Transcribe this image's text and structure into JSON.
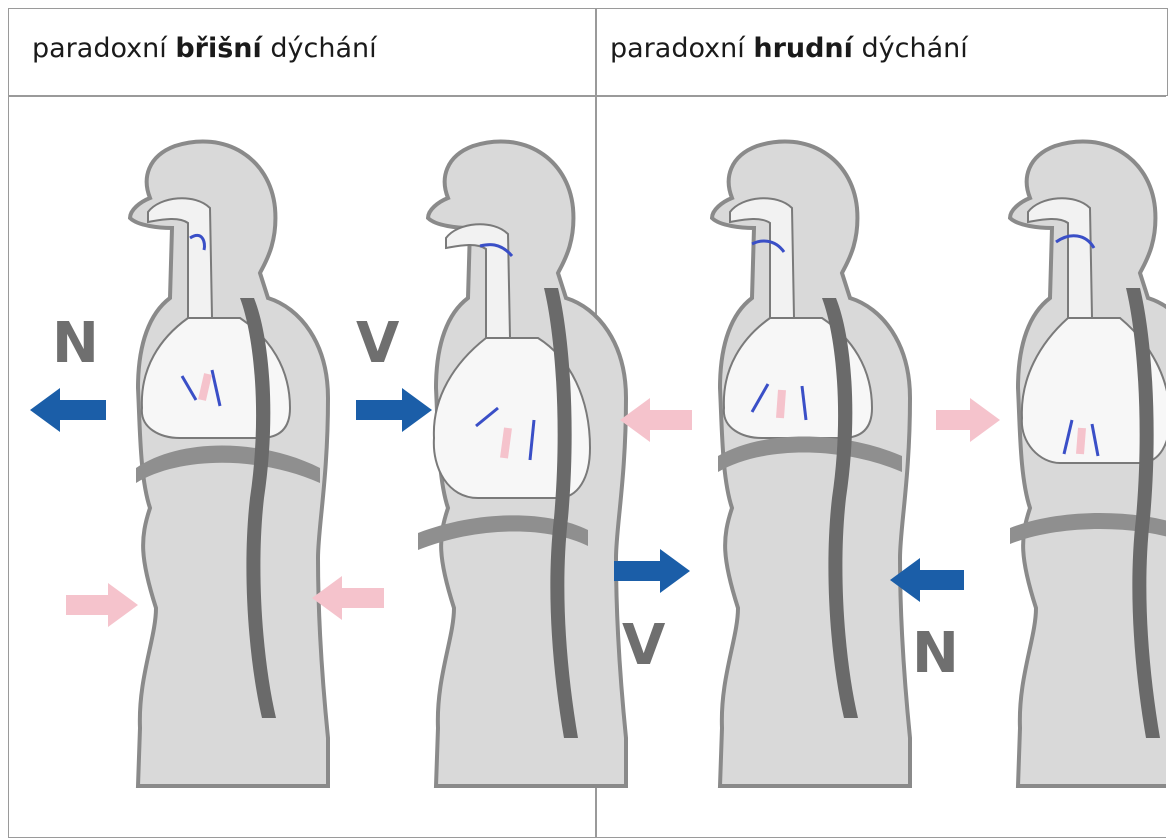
{
  "panels": [
    {
      "title_prefix": "paradoxní",
      "title_bold": "břišní",
      "title_suffix": "dýchání",
      "figure_a_letter": "N",
      "figure_b_letter": "V"
    },
    {
      "title_prefix": "paradoxní",
      "title_bold": "hrudní",
      "title_suffix": "dýchání",
      "figure_a_letter": "V",
      "figure_b_letter": "N"
    }
  ],
  "colors": {
    "blue_arrow": "#1b5ea8",
    "pink_arrow": "#f5c3cc",
    "body_fill": "#d9d9d9",
    "spine": "#6a6a6a",
    "diaphragm": "#8f8f8f",
    "small_arrow": "#3a4fc7"
  }
}
